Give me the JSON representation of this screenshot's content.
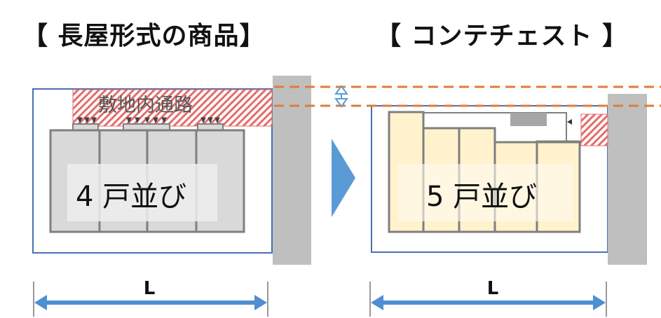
{
  "headings": {
    "left": "【 長屋形式の商品】",
    "right": "【 コンテチェスト 】"
  },
  "left_panel": {
    "path_label": "敷地内通路",
    "units_label": "4 戸並び",
    "unit_count": 4
  },
  "right_panel": {
    "units_label": "5 戸並び",
    "unit_count": 5
  },
  "dimension": {
    "left_label": "L",
    "right_label": "L"
  },
  "colors": {
    "frame_blue": "#4a6fb5",
    "road_gray": "#bfbfbf",
    "unit_gray": "#d9d9d9",
    "unit_border": "#7f7f7f",
    "unit_yellow": "#fff2cc",
    "hatch_red": "#e46c6c",
    "dash_orange": "#e07b39",
    "arrow_blue": "#5b9bd5",
    "dim_blue": "#4f8ed0"
  }
}
